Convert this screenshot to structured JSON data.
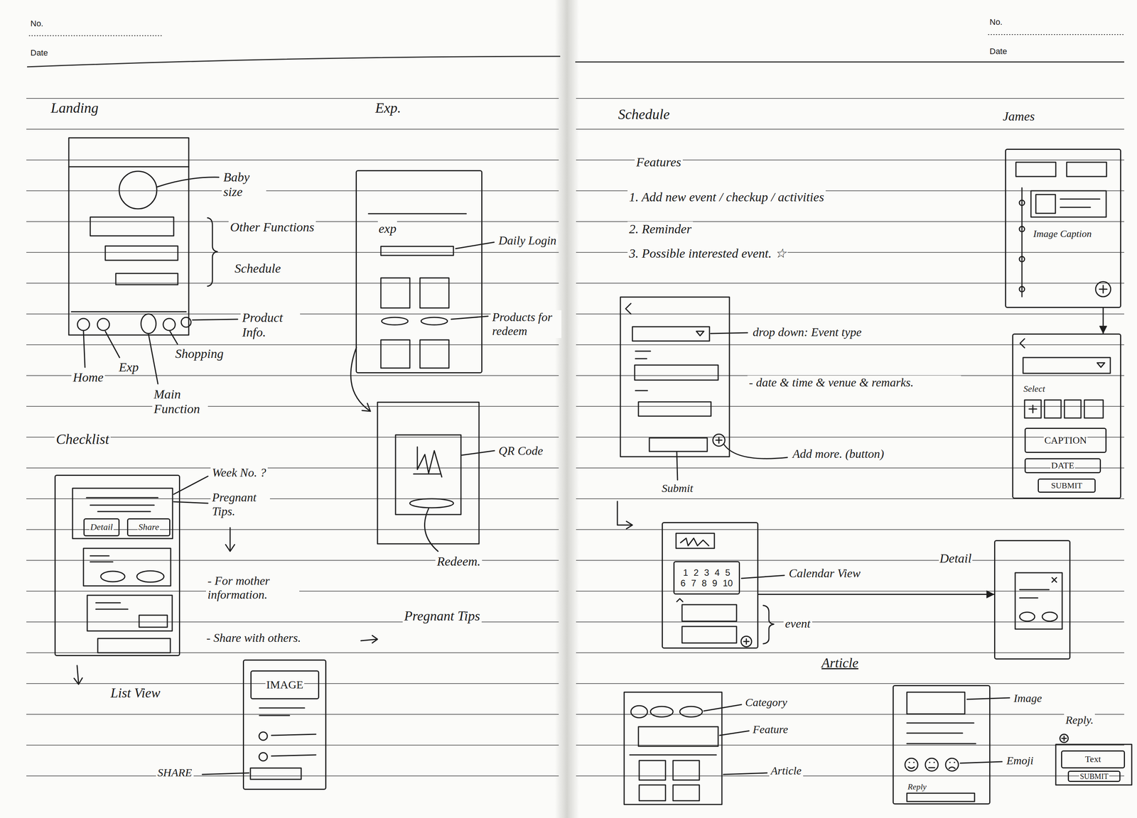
{
  "diagram": {
    "nodes": [
      {
        "text": [
          "exp"
        ]
      },
      {
        "text": []
      },
      {
        "text": [
          "Detail"
        ],
        "in": 1
      },
      {
        "text": [
          "Share"
        ],
        "in": 1
      },
      {
        "text": []
      },
      {
        "text": [
          "IMAGE"
        ],
        "in": 4
      },
      {
        "text": [
          "Image Caption"
        ]
      },
      {
        "text": [
          "Select"
        ]
      },
      {
        "text": [
          "CAPTION"
        ],
        "in": 7
      },
      {
        "text": [
          "DATE"
        ],
        "in": 7
      },
      {
        "text": [
          "SUBMIT"
        ],
        "in": 7
      },
      {
        "text": []
      },
      {
        "text": [
          "1 2 3 4 5 6 7 8 9 10"
        ],
        "in": 11
      },
      {
        "text": [
          "Detail"
        ]
      },
      {
        "text": [
          "Reply"
        ]
      },
      {
        "text": [
          "Text"
        ]
      },
      {
        "text": [
          "SUBMIT"
        ]
      }
    ],
    "edges": [
      {
        "from": 6,
        "to": 7,
        "arrow": "to"
      },
      {
        "from": 11,
        "to": 13,
        "arrow": "to"
      }
    ],
    "labels": [
      "No.",
      "Date",
      "Landing",
      "Baby size",
      "Other Functions",
      "Schedule",
      "Product Info.",
      "Home",
      "Exp",
      "Shopping",
      "Main Function",
      "Exp.",
      "Daily Login",
      "Products for redeem",
      "QR Code",
      "Redeem.",
      "Checklist",
      "Week No. ?",
      "Pregnant Tips.",
      "- For mother information.",
      "- Share with others.",
      "Pregnant Tips",
      "List View",
      "SHARE",
      "No.",
      "Date",
      "Schedule",
      "James",
      "Features",
      "1. Add new event / checkup / activities",
      "2. Reminder",
      "3. Possible interested event. ☆",
      "drop down: Event type",
      "- date & time & venue & remarks.",
      "Add more. (button)",
      "Submit",
      "Calendar View",
      "event",
      "Article",
      "Category",
      "Feature",
      "Article",
      "Image",
      "Emoji",
      "Reply."
    ]
  }
}
